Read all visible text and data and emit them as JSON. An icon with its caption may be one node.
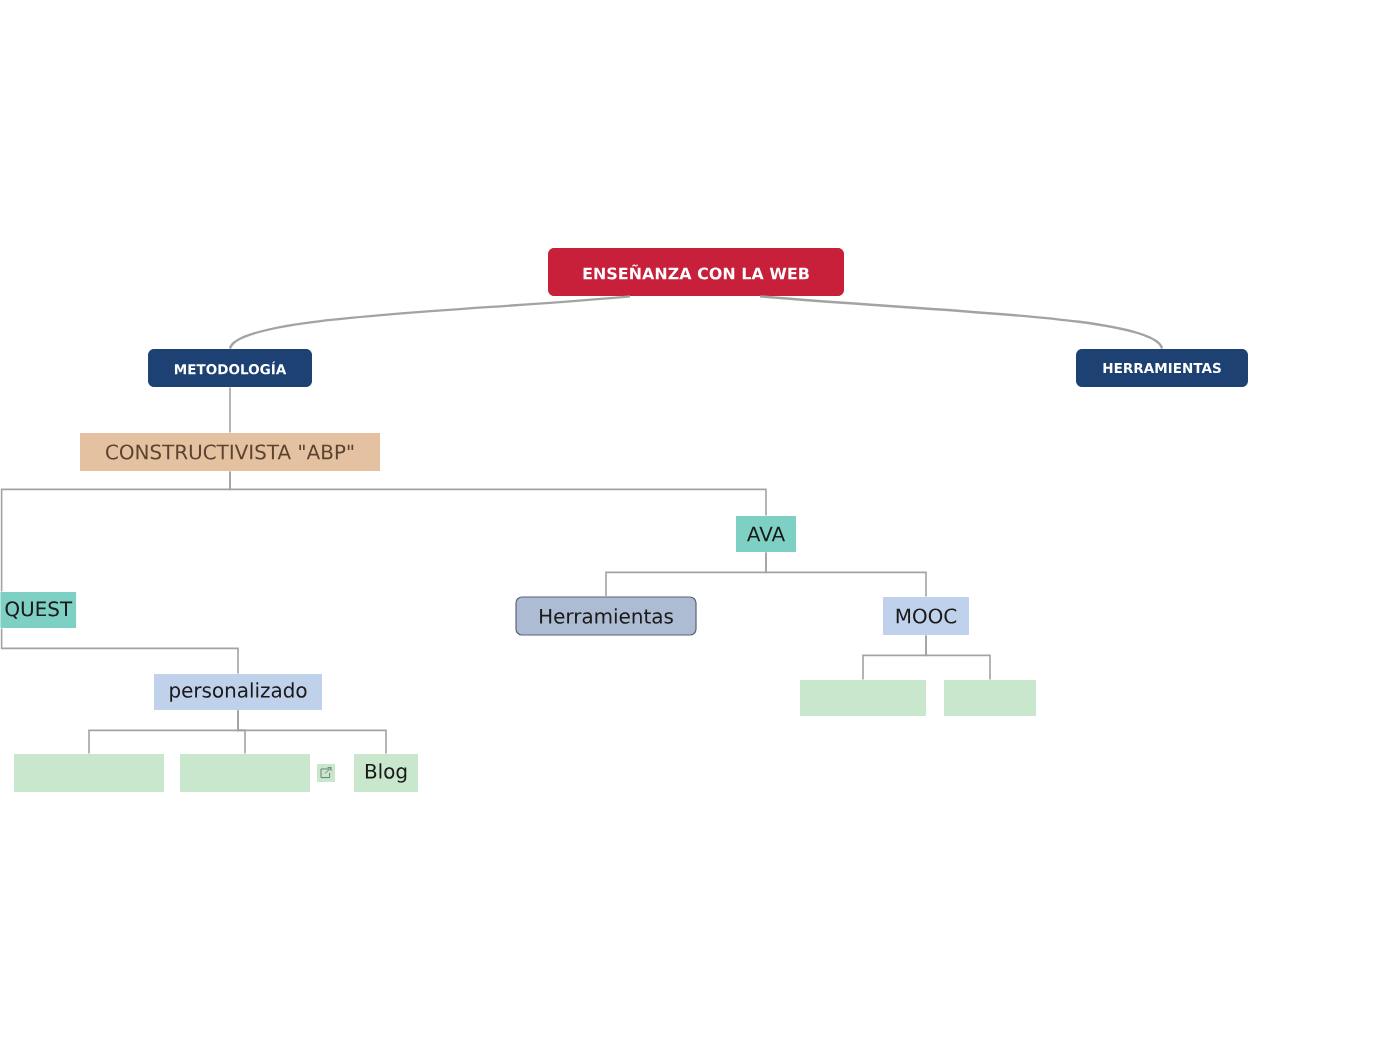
{
  "diagram": {
    "nodes": [
      {
        "text": [
          "ENSEÑANZA CON LA WEB"
        ]
      },
      {
        "text": [
          "METODOLOGÍA"
        ]
      },
      {
        "text": [
          "HERRAMIENTAS"
        ]
      },
      {
        "text": [
          "CONSTRUCTIVISTA \"ABP\""
        ]
      },
      {
        "text": [
          "QUEST"
        ]
      },
      {
        "text": [
          "AVA"
        ]
      },
      {
        "text": [
          "Herramientas"
        ]
      },
      {
        "text": [
          "MOOC"
        ]
      },
      {
        "text": [
          "personalizado"
        ]
      },
      {
        "text": [],
        "shape": "box"
      },
      {
        "text": [],
        "shape": "box"
      },
      {
        "text": [
          "Blog"
        ]
      },
      {
        "text": [],
        "shape": "box"
      },
      {
        "text": [],
        "shape": "box"
      }
    ],
    "edges": [
      {
        "from": 0,
        "to": 1,
        "arrow": "none"
      },
      {
        "from": 0,
        "to": 2,
        "arrow": "none"
      },
      {
        "from": 1,
        "to": 3,
        "arrow": "none"
      },
      {
        "from": 3,
        "to": 4,
        "arrow": "none"
      },
      {
        "from": 3,
        "to": 5,
        "arrow": "none"
      },
      {
        "from": 5,
        "to": 6,
        "arrow": "none"
      },
      {
        "from": 5,
        "to": 7,
        "arrow": "none"
      },
      {
        "from": 4,
        "to": 8,
        "arrow": "none"
      },
      {
        "from": 8,
        "to": 9,
        "arrow": "none"
      },
      {
        "from": 8,
        "to": 10,
        "arrow": "none"
      },
      {
        "from": 8,
        "to": 11,
        "arrow": "none"
      },
      {
        "from": 7,
        "to": 12,
        "arrow": "none"
      },
      {
        "from": 7,
        "to": 13,
        "arrow": "none"
      }
    ]
  }
}
